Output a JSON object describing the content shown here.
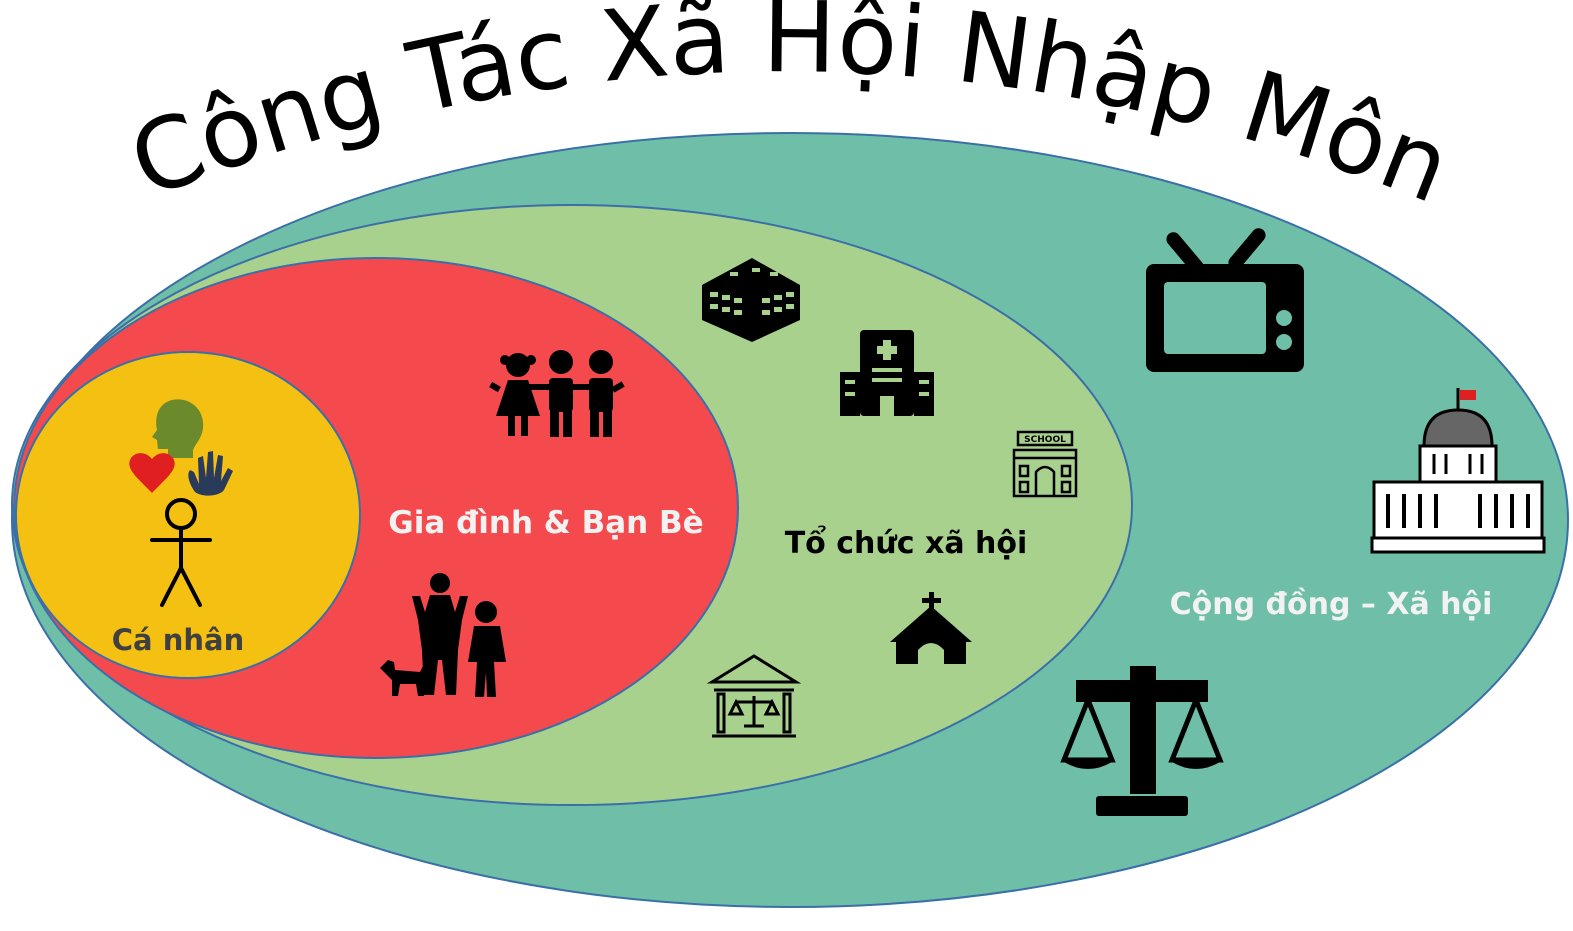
{
  "title": "Công Tác Xã Hội Nhập Môn",
  "labels": {
    "individual": "Cá nhân",
    "family": "Gia đình & Bạn Bè",
    "organization": "Tổ chức xã hội",
    "community": "Cộng đồng – Xã hội",
    "school_sign": "SCHOOL"
  },
  "colors": {
    "community": "#6fbea8",
    "organization": "#a9d18e",
    "family": "#f44a4d",
    "individual": "#f4c012",
    "outline": "#3a6fa8",
    "head": "#6b8a2b",
    "heart": "#e02020",
    "hand": "#2a3a5a",
    "icon": "#000000",
    "label_light": "#f2f2f2",
    "label_dark": "#000000",
    "label_individual": "#404040"
  },
  "icons": [
    "person-thinking-icon",
    "heart-icon",
    "hand-icon",
    "stick-figure-icon",
    "children-icon",
    "family-with-dog-icon",
    "office-building-icon",
    "hospital-icon",
    "school-icon",
    "church-icon",
    "courthouse-icon",
    "tv-icon",
    "capitol-icon",
    "scales-icon"
  ]
}
